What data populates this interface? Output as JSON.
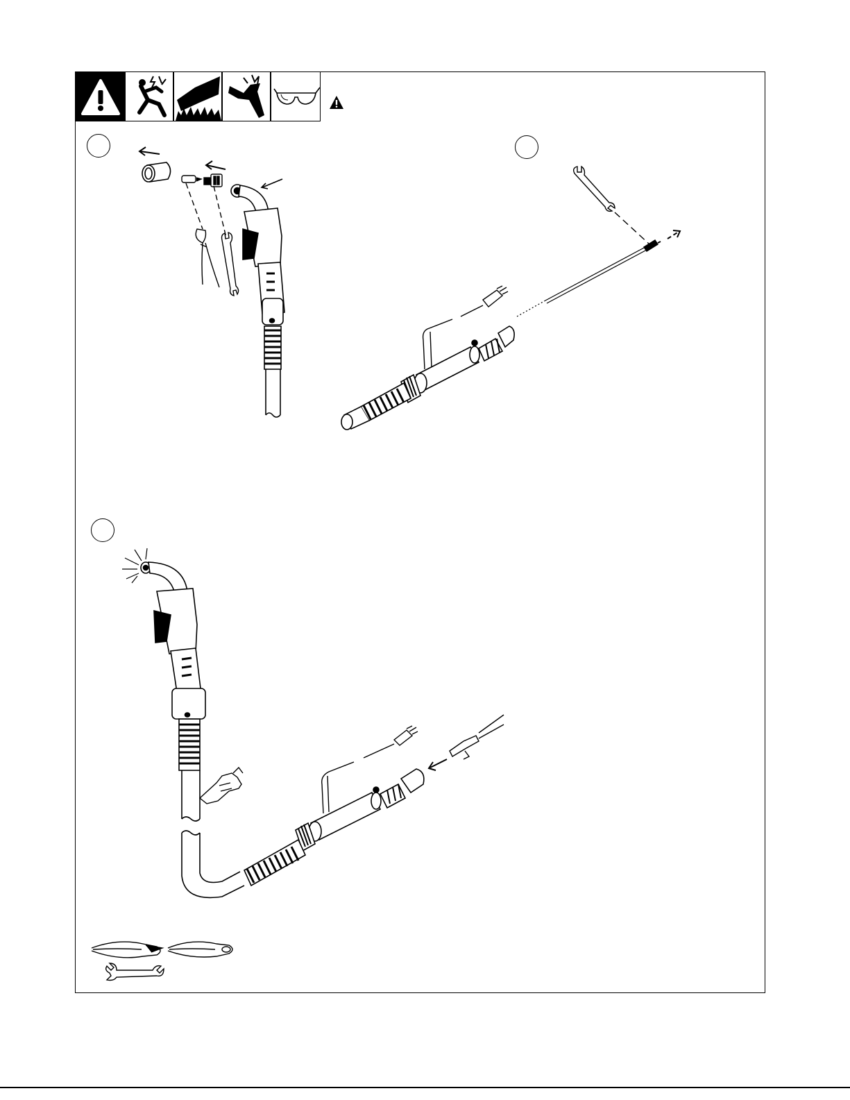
{
  "figure": {
    "step_labels": [
      "",
      "",
      ""
    ]
  },
  "header_icons": [
    {
      "name": "warning-triangle-icon"
    },
    {
      "name": "electric-shock-icon"
    },
    {
      "name": "hot-surface-icon"
    },
    {
      "name": "burn-hazard-icon"
    },
    {
      "name": "safety-glasses-icon"
    }
  ],
  "tools": [
    "diagonal-cutter",
    "pliers",
    "open-end-wrench"
  ]
}
